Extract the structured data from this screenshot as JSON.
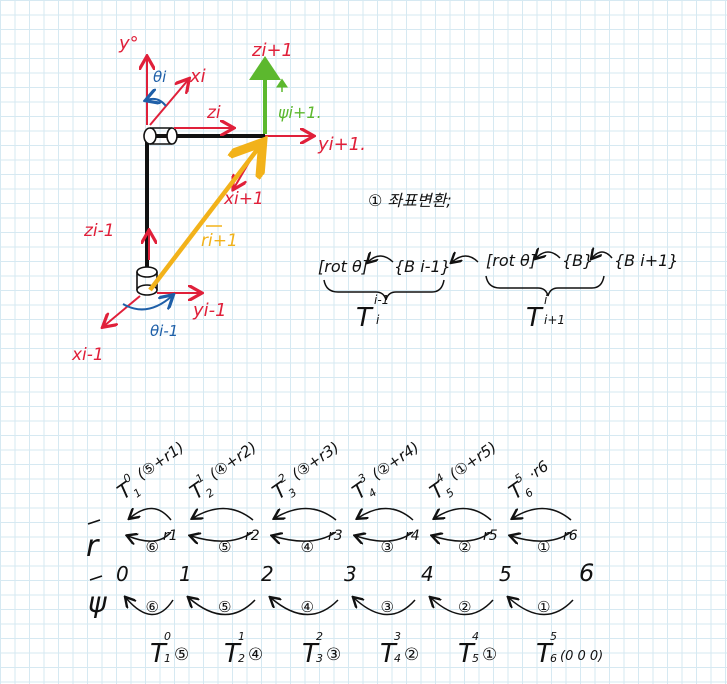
{
  "diagram": {
    "axes": {
      "y0": "y°",
      "theta_i": "θi",
      "x_i": "xi",
      "z_i": "zi",
      "z_i1": "zi+1",
      "psi_i1": "ψi+1.",
      "y_i1": "yi+1.",
      "x_i1": "xi+1",
      "z_im1": "zi-1",
      "r_i1": "ri+1",
      "y_im1": "yi-1",
      "theta_im1": "θi-1",
      "x_im1": "xi-1"
    },
    "colors": {
      "red": "#e0203a",
      "green": "#5cb82e",
      "yellow": "#f2b21a",
      "blue": "#1e5fa8",
      "ink": "#111111"
    }
  },
  "notes": {
    "heading": "① 좌표변환;",
    "eq_rot1": "[rot θ]",
    "eq_B1": "{B i-1}",
    "eq_rot2": "[rot θ]",
    "eq_B2": "{B}",
    "eq_B3": "{B i+1}",
    "T_a_base": "T",
    "T_a_sup": "i-1",
    "T_a_sub": "i",
    "T_b_base": "T",
    "T_b_sup": "i",
    "T_b_sub": "i+1"
  },
  "chain": {
    "r_label": "r",
    "psi_label": "ψ",
    "nodes": [
      "0",
      "1",
      "2",
      "3",
      "4",
      "5",
      "6"
    ],
    "r_nodes": [
      "r1",
      "r2",
      "r3",
      "r4",
      "r5",
      "r6"
    ],
    "r_circles": [
      "⑥",
      "⑤",
      "④",
      "③",
      "②",
      "①"
    ],
    "psi_circles": [
      "⑥",
      "⑤",
      "④",
      "③",
      "②",
      "①"
    ],
    "top_T": [
      {
        "base": "T",
        "sup": "0",
        "sub": "1",
        "extra": "(⑤+r1)"
      },
      {
        "base": "T",
        "sup": "1",
        "sub": "2",
        "extra": "(④+r2)"
      },
      {
        "base": "T",
        "sup": "2",
        "sub": "3",
        "extra": "(③+r3)"
      },
      {
        "base": "T",
        "sup": "3",
        "sub": "4",
        "extra": "(②+r4)"
      },
      {
        "base": "T",
        "sup": "4",
        "sub": "5",
        "extra": "(①+r5)"
      },
      {
        "base": "T",
        "sup": "5",
        "sub": "6",
        "extra": "·r6"
      }
    ],
    "bottom_T": [
      {
        "base": "T",
        "sup": "0",
        "sub": "1",
        "extra": "⑤"
      },
      {
        "base": "T",
        "sup": "1",
        "sub": "2",
        "extra": "④"
      },
      {
        "base": "T",
        "sup": "2",
        "sub": "3",
        "extra": "③"
      },
      {
        "base": "T",
        "sup": "3",
        "sub": "4",
        "extra": "②"
      },
      {
        "base": "T",
        "sup": "4",
        "sub": "5",
        "extra": "①"
      },
      {
        "base": "T",
        "sup": "5",
        "sub": "6",
        "extra": "(0 0 0)"
      }
    ]
  }
}
